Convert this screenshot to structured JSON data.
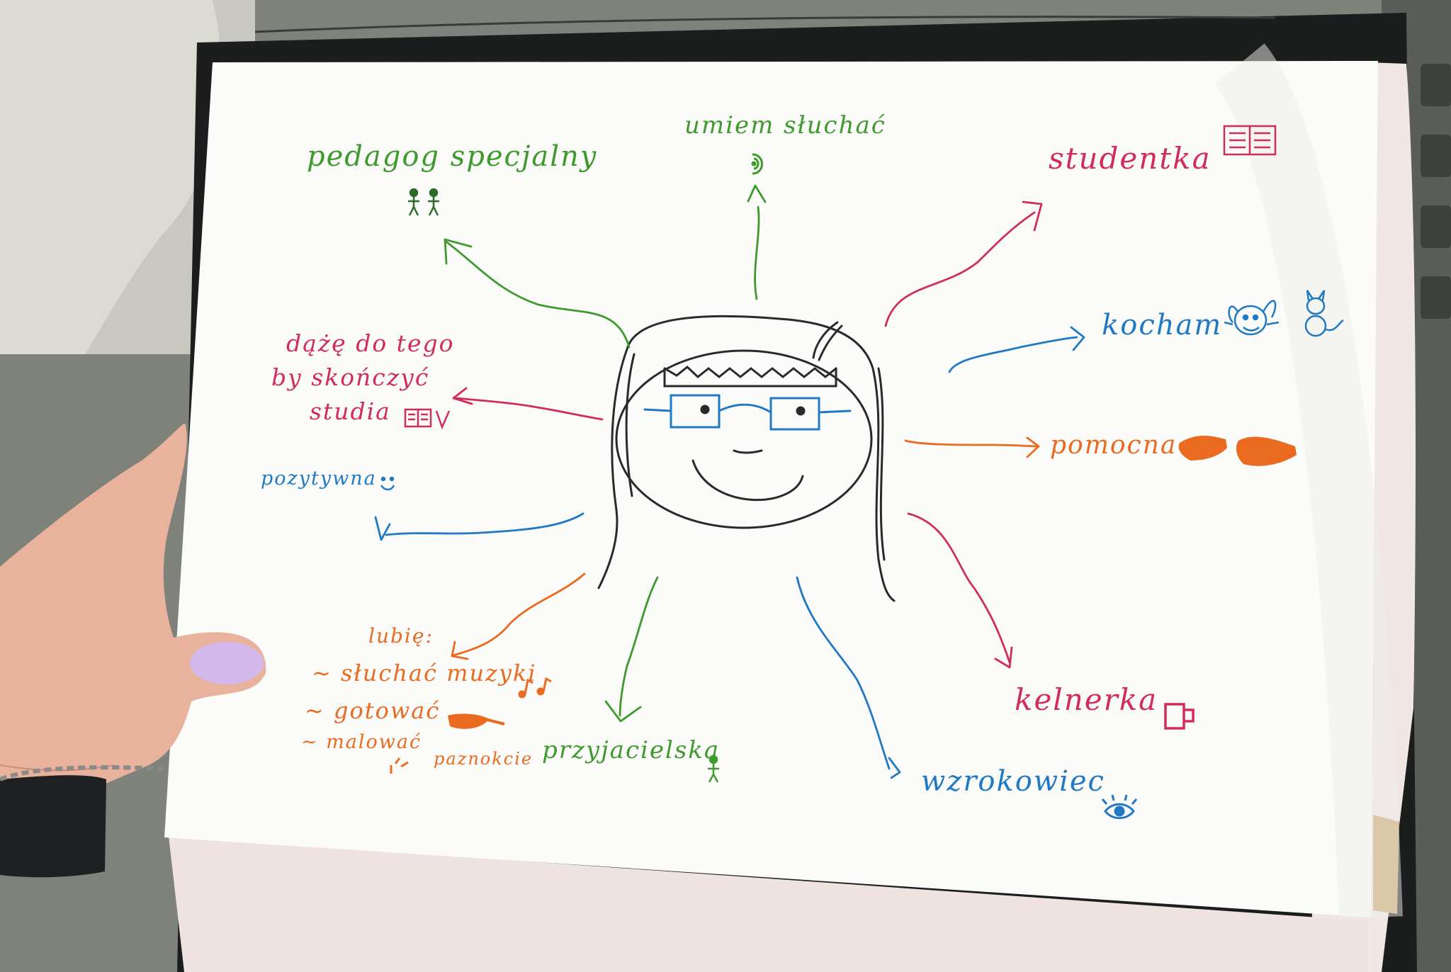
{
  "mind_map": {
    "center": {
      "icon": "girl-with-glasses-drawing"
    },
    "colors": {
      "green": "#3f9a2e",
      "pink": "#d12d5a",
      "blue": "#1f79c4",
      "orange": "#ea6a1f",
      "ink": "#2a2a2a",
      "paper": "#fbfbf9"
    },
    "branches": {
      "pedagog": {
        "label": "pedagog specjalny",
        "icon": "stick-figures-icon"
      },
      "umiem": {
        "label": "umiem słuchać",
        "icon": "ear-icon"
      },
      "studentka": {
        "label": "studentka",
        "icon": "open-book-icon"
      },
      "kocham": {
        "label": "kocham",
        "icon": "dog-and-cat-icon"
      },
      "pomocna": {
        "label": "pomocna",
        "icon": "helping-hands-icon"
      },
      "kelnerka": {
        "label": "kelnerka",
        "icon": "mug-icon"
      },
      "wzrokowiec": {
        "label": "wzrokowiec",
        "icon": "eye-icon"
      },
      "przyjacielska": {
        "label": "przyjacielska",
        "icon": "stick-figure-icon"
      },
      "lubie": {
        "title": "lubię:",
        "items": [
          "~ słuchać muzyki",
          "~ gotować",
          "~ malować"
        ],
        "extra": "paznokcie",
        "icons": [
          "music-notes-icon",
          "frying-pan-icon",
          "nail-polish-icon"
        ]
      },
      "pozytywna": {
        "label": "pozytywna",
        "icon": "smile-icon"
      },
      "dazenie": {
        "lines": [
          "dążę do tego",
          "by skończyć",
          "studia"
        ],
        "icon": "book-and-v-icon"
      }
    }
  }
}
